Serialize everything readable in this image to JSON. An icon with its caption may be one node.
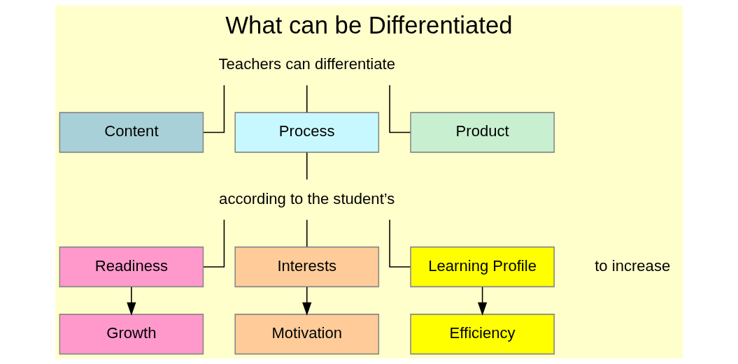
{
  "diagram": {
    "title": "What can be Differentiated",
    "nodes": [
      {
        "text": [
          "Teachers can differentiate"
        ]
      },
      {
        "text": [
          "Content"
        ]
      },
      {
        "text": [
          "Process"
        ]
      },
      {
        "text": [
          "Product"
        ]
      },
      {
        "text": [
          "according to the student’s"
        ]
      },
      {
        "text": [
          "Readiness"
        ]
      },
      {
        "text": [
          "Interests"
        ]
      },
      {
        "text": [
          "Learning Profile"
        ]
      },
      {
        "text": [
          "Growth"
        ]
      },
      {
        "text": [
          "Motivation"
        ]
      },
      {
        "text": [
          "Efficiency"
        ]
      }
    ],
    "edges": [
      {
        "from": 0,
        "to": 1,
        "arrow": "none"
      },
      {
        "from": 0,
        "to": 2,
        "arrow": "none"
      },
      {
        "from": 0,
        "to": 3,
        "arrow": "none"
      },
      {
        "from": 2,
        "to": 4,
        "arrow": "none"
      },
      {
        "from": 4,
        "to": 5,
        "arrow": "none"
      },
      {
        "from": 4,
        "to": 6,
        "arrow": "none"
      },
      {
        "from": 4,
        "to": 7,
        "arrow": "none"
      },
      {
        "from": 5,
        "to": 8,
        "arrow": "to"
      },
      {
        "from": 6,
        "to": 9,
        "arrow": "to"
      },
      {
        "from": 7,
        "to": 10,
        "arrow": "to"
      }
    ],
    "labels": [
      "to increase"
    ]
  }
}
